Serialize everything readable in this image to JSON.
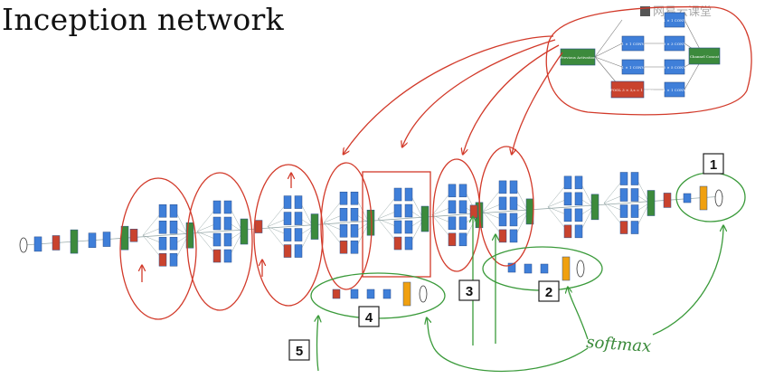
{
  "title": "Inception network",
  "watermark": "网易云课堂",
  "module_labels": {
    "prev": "Previous Activation",
    "conv1": "1 × 1 CONV",
    "conv3": "3 × 3 CONV",
    "conv5": "5 × 5 CONV",
    "pool": "MAXPOOL 3 × 3,s = 1 same",
    "concat": "Channel Concat"
  },
  "callouts": [
    "1",
    "2",
    "3",
    "4",
    "5"
  ],
  "handwriting": "softmax",
  "colors": {
    "conv": "#3f7fd9",
    "pool": "#c9432e",
    "concat": "#3c8a3c",
    "fc": "#f0a010",
    "annotation_red": "#d23a2a",
    "annotation_green": "#3a9a3a"
  }
}
